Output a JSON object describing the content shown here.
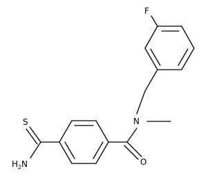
{
  "molecule": {
    "atoms": {
      "fluorine": "F",
      "nitrogen": "N",
      "oxygen": "O",
      "sulfur": "S",
      "amine_h": "H",
      "amine_subscript": "2",
      "amine_n": "N"
    }
  },
  "colors": {
    "ink": "#000000",
    "background": "#ffffff"
  }
}
